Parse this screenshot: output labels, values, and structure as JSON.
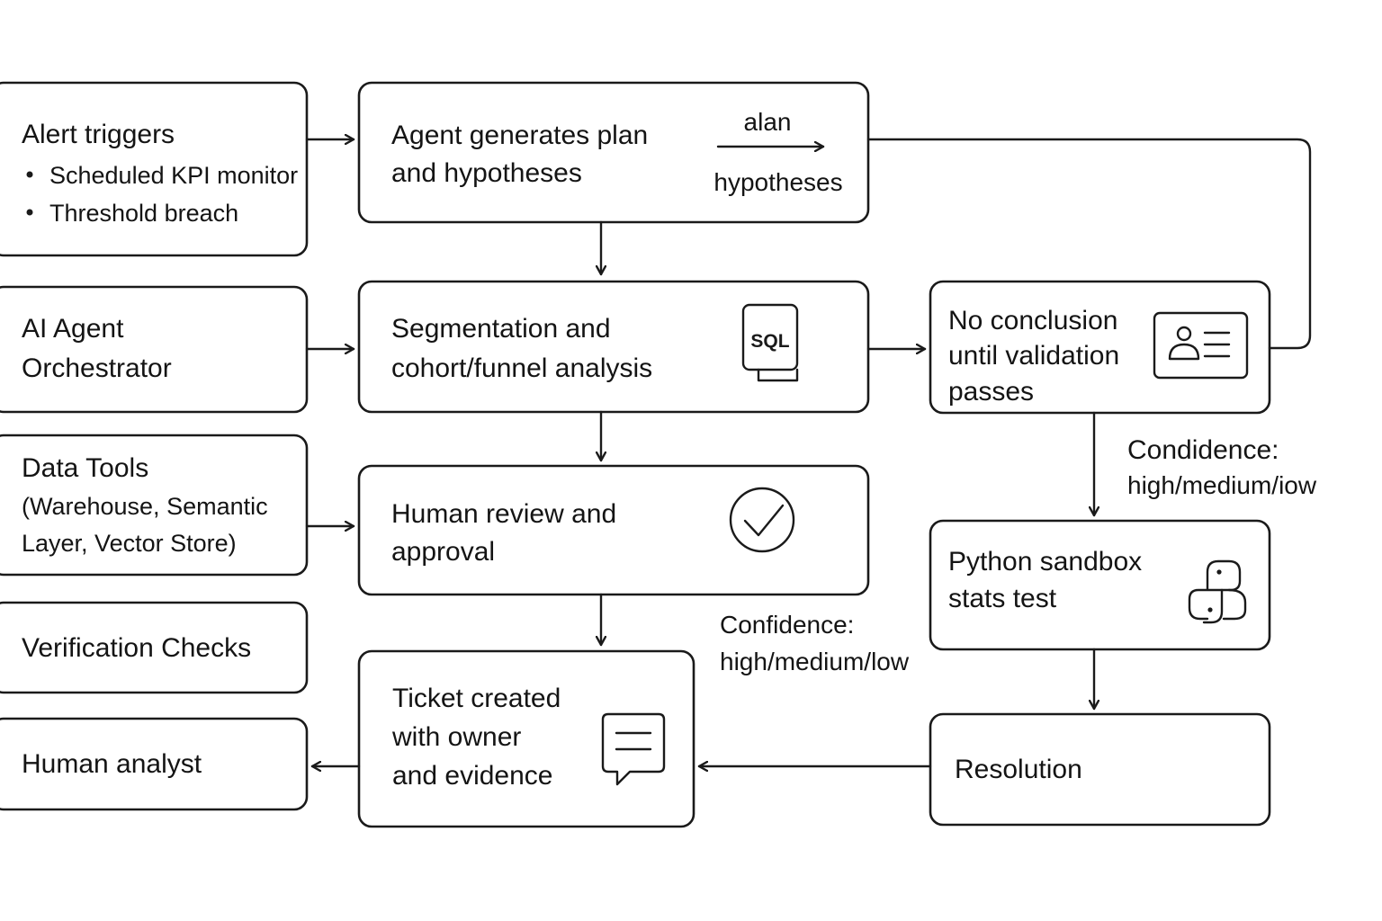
{
  "nodes": {
    "alert_triggers": {
      "title": "Alert triggers",
      "bullets": [
        "Scheduled KPI monitor",
        "Threshold breach"
      ]
    },
    "ai_orchestrator": {
      "line1": "AI Agent",
      "line2": "Orchestrator"
    },
    "data_tools": {
      "line1": "Data Tools",
      "line2": "(Warehouse, Semantic",
      "line3": "Layer, Vector Store)"
    },
    "verification_checks": {
      "title": "Verification Checks"
    },
    "human_analyst": {
      "title": "Human analyst"
    },
    "plan": {
      "line1": "Agent generates plan",
      "line2": "and hypotheses",
      "annot_top": "alan",
      "annot_bottom": "hypotheses"
    },
    "segmentation": {
      "line1": "Segmentation and",
      "line2": "cohort/funnel analysis",
      "icon_label": "SQL"
    },
    "human_review": {
      "line1": "Human review and",
      "line2": "approval"
    },
    "ticket": {
      "line1": "Ticket created",
      "line2": "with owner",
      "line3": "and evidence"
    },
    "no_conclusion": {
      "line1": "No conclusion",
      "line2": "until validation",
      "line3": "passes"
    },
    "python_sandbox": {
      "line1": "Python sandbox",
      "line2": "stats test"
    },
    "resolution": {
      "title": "Resolution"
    }
  },
  "labels": {
    "condidence": {
      "line1": "Condidence:",
      "line2": "high/medium/iow"
    },
    "confidence": {
      "line1": "Confidence:",
      "line2": "high/medium/low"
    }
  },
  "icons": [
    "sql-icon",
    "check-circle-icon",
    "chat-bubble-icon",
    "id-card-icon",
    "python-icon"
  ]
}
